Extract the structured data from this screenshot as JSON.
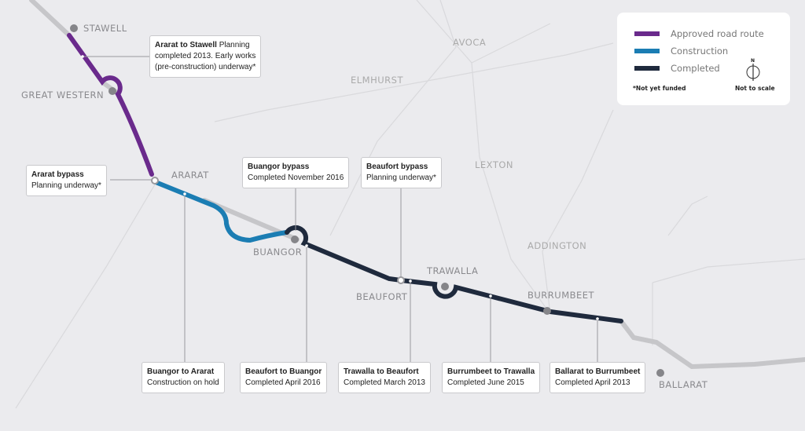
{
  "legend": {
    "items": [
      {
        "label": "Approved road route",
        "color": "#6a2a8c"
      },
      {
        "label": "Construction",
        "color": "#1b7db3"
      },
      {
        "label": "Completed",
        "color": "#1f2a3d"
      }
    ],
    "footnote": "*Not yet funded",
    "scale_note": "Not to scale",
    "north": "N"
  },
  "towns": {
    "stawell": "STAWELL",
    "great_western": "GREAT WESTERN",
    "ararat": "ARARAT",
    "buangor": "BUANGOR",
    "beaufort": "BEAUFORT",
    "trawalla": "TRAWALLA",
    "burrumbeet": "BURRUMBEET",
    "ballarat": "BALLARAT",
    "avoca": "AVOCA",
    "elmhurst": "ELMHURST",
    "lexton": "LEXTON",
    "addington": "ADDINGTON"
  },
  "callouts": {
    "stawell": {
      "title": "Ararat to Stawell",
      "rest1": " Planning",
      "line2": "completed 2013. Early works",
      "line3": "(pre-construction) underway*"
    },
    "ararat_bypass": {
      "title": "Ararat bypass",
      "line2": "Planning underway*"
    },
    "buangor_bypass": {
      "title": "Buangor bypass",
      "line2": "Completed November 2016"
    },
    "beaufort_bypass": {
      "title": "Beaufort bypass",
      "line2": "Planning underway*"
    },
    "buangor_ararat": {
      "title": "Buangor to Ararat",
      "line2": "Construction on hold"
    },
    "beaufort_buangor": {
      "title": "Beaufort to Buangor",
      "line2": "Completed April 2016"
    },
    "trawalla_beaufort": {
      "title": "Trawalla to Beaufort",
      "line2": "Completed March 2013"
    },
    "burrumbeet_trawalla": {
      "title": "Burrumbeet to Trawalla",
      "line2": "Completed June 2015"
    },
    "ballarat_burrumbeet": {
      "title": "Ballarat to Burrumbeet",
      "line2": "Completed April 2013"
    }
  }
}
